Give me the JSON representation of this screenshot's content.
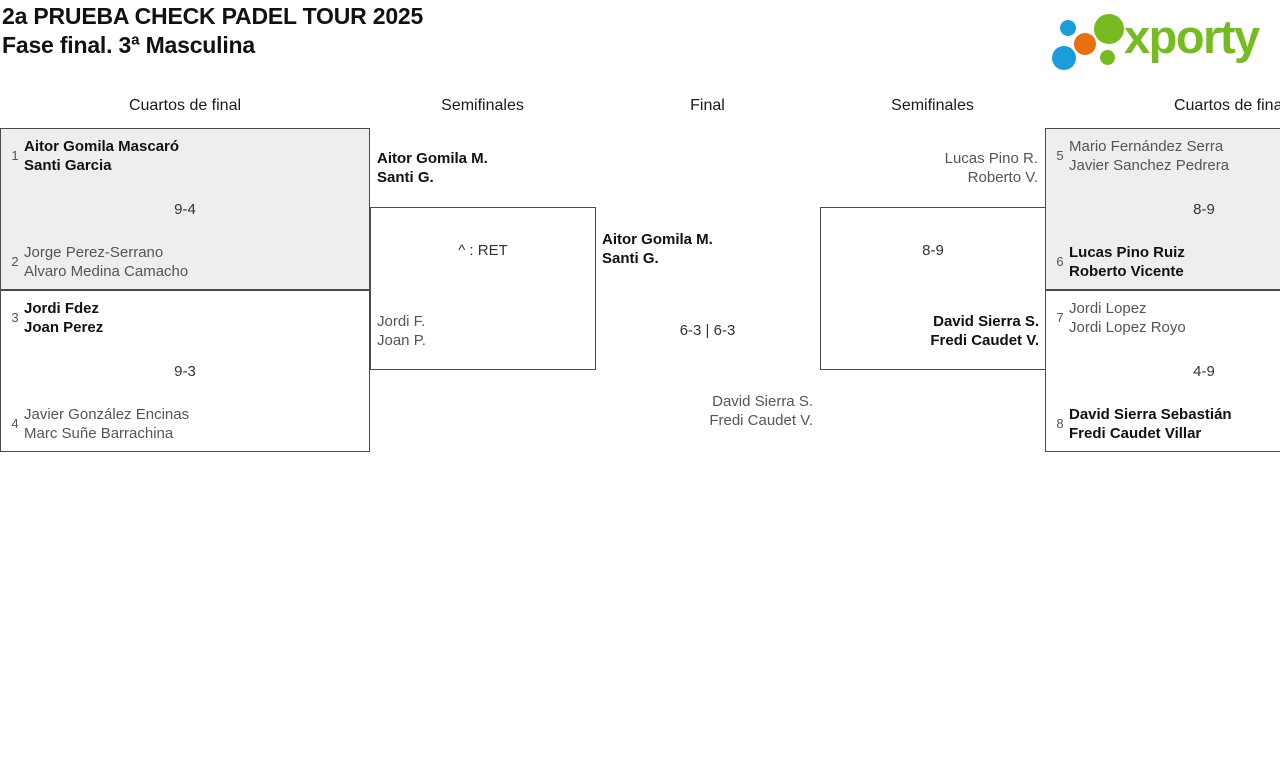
{
  "header": {
    "title_line1": "2a PRUEBA CHECK PADEL TOUR 2025",
    "title_line2": "Fase final. 3ª Masculina",
    "logo_text": "xporty"
  },
  "rounds": [
    {
      "label": "Cuartos de final"
    },
    {
      "label": "Semifinales"
    },
    {
      "label": "Final"
    },
    {
      "label": "Semifinales"
    },
    {
      "label": "Cuartos de final"
    }
  ],
  "bracket": {
    "quarterfinals_left": [
      {
        "score": "9-4",
        "top": {
          "seed": "1",
          "line1": "Aitor Gomila Mascaró",
          "line2": "Santi Garcia",
          "result": "winner"
        },
        "bottom": {
          "seed": "2",
          "line1": "Jorge Perez-Serrano",
          "line2": "Alvaro Medina Camacho",
          "result": "loser"
        }
      },
      {
        "score": "9-3",
        "top": {
          "seed": "3",
          "line1": "Jordi Fdez",
          "line2": "Joan Perez",
          "result": "winner"
        },
        "bottom": {
          "seed": "4",
          "line1": "Javier González Encinas",
          "line2": "Marc Suñe Barrachina",
          "result": "loser"
        }
      }
    ],
    "quarterfinals_right": [
      {
        "score": "8-9",
        "top": {
          "seed": "5",
          "line1": "Mario Fernández Serra",
          "line2": "Javier Sanchez Pedrera",
          "result": "loser"
        },
        "bottom": {
          "seed": "6",
          "line1": "Lucas Pino Ruiz",
          "line2": "Roberto Vicente",
          "result": "winner"
        }
      },
      {
        "score": "4-9",
        "top": {
          "seed": "7",
          "line1": "Jordi Lopez",
          "line2": "Jordi Lopez Royo",
          "result": "loser"
        },
        "bottom": {
          "seed": "8",
          "line1": "David Sierra Sebastián",
          "line2": "Fredi Caudet Villar",
          "result": "winner"
        }
      }
    ],
    "semifinal_left": {
      "score": "^ : RET",
      "winner": {
        "line1": "Aitor Gomila M.",
        "line2": "Santi G."
      },
      "loser": {
        "line1": "Jordi F.",
        "line2": "Joan P."
      }
    },
    "semifinal_right": {
      "score": "8-9",
      "winner": {
        "line1": "David Sierra S.",
        "line2": "Fredi Caudet V."
      },
      "loser": {
        "line1": "Lucas Pino R.",
        "line2": "Roberto V."
      }
    },
    "final": {
      "score": "6-3 | 6-3",
      "winner": {
        "line1": "Aitor Gomila M.",
        "line2": "Santi G."
      },
      "loser": {
        "line1": "David Sierra S.",
        "line2": "Fredi Caudet V."
      }
    }
  }
}
